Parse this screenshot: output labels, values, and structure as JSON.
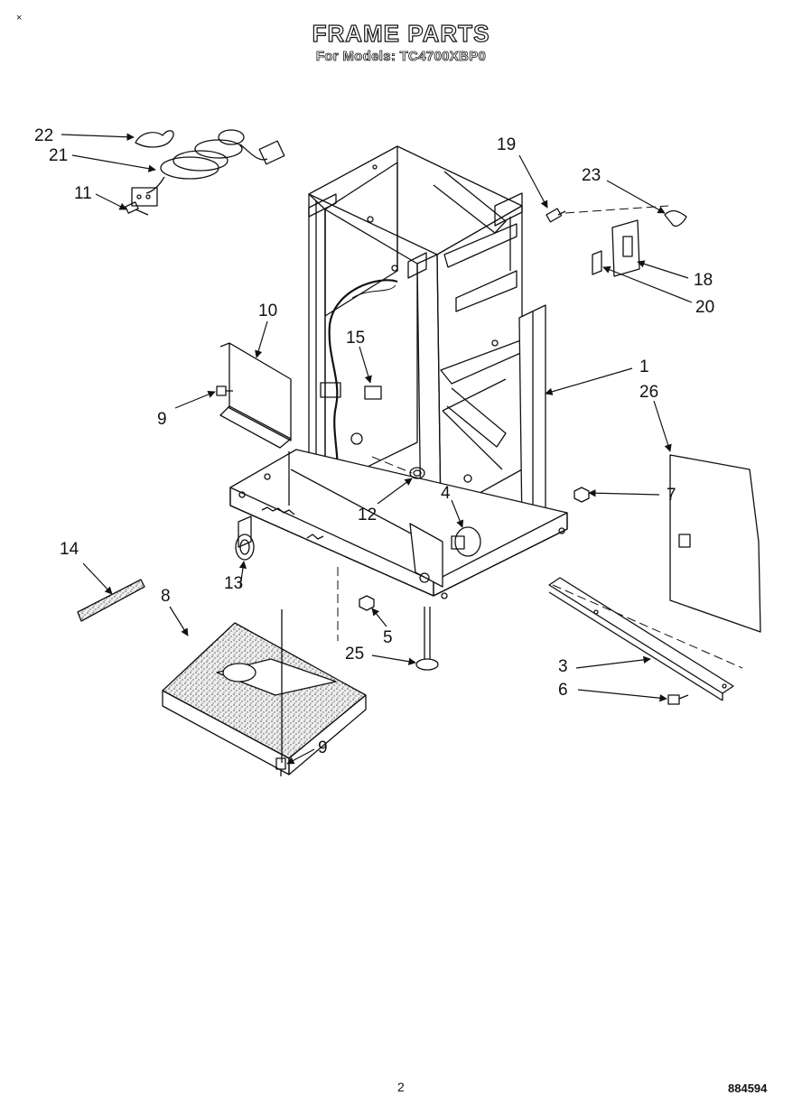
{
  "header": {
    "title": "FRAME PARTS",
    "subtitle": "For Models: TC4700XBP0",
    "corner_mark": "×"
  },
  "footer": {
    "page_number": "2",
    "document_number": "884594"
  },
  "callouts": [
    {
      "id": "c22",
      "label": "22"
    },
    {
      "id": "c21",
      "label": "21"
    },
    {
      "id": "c11",
      "label": "11"
    },
    {
      "id": "c19",
      "label": "19"
    },
    {
      "id": "c23",
      "label": "23"
    },
    {
      "id": "c18",
      "label": "18"
    },
    {
      "id": "c20",
      "label": "20"
    },
    {
      "id": "c10",
      "label": "10"
    },
    {
      "id": "c15",
      "label": "15"
    },
    {
      "id": "c1",
      "label": "1"
    },
    {
      "id": "c26",
      "label": "26"
    },
    {
      "id": "c9a",
      "label": "9"
    },
    {
      "id": "c4",
      "label": "4"
    },
    {
      "id": "c7",
      "label": "7"
    },
    {
      "id": "c12",
      "label": "12"
    },
    {
      "id": "c14",
      "label": "14"
    },
    {
      "id": "c8",
      "label": "8"
    },
    {
      "id": "c13",
      "label": "13"
    },
    {
      "id": "c5",
      "label": "5"
    },
    {
      "id": "c25",
      "label": "25"
    },
    {
      "id": "c3",
      "label": "3"
    },
    {
      "id": "c6",
      "label": "6"
    },
    {
      "id": "c9b",
      "label": "9"
    }
  ]
}
